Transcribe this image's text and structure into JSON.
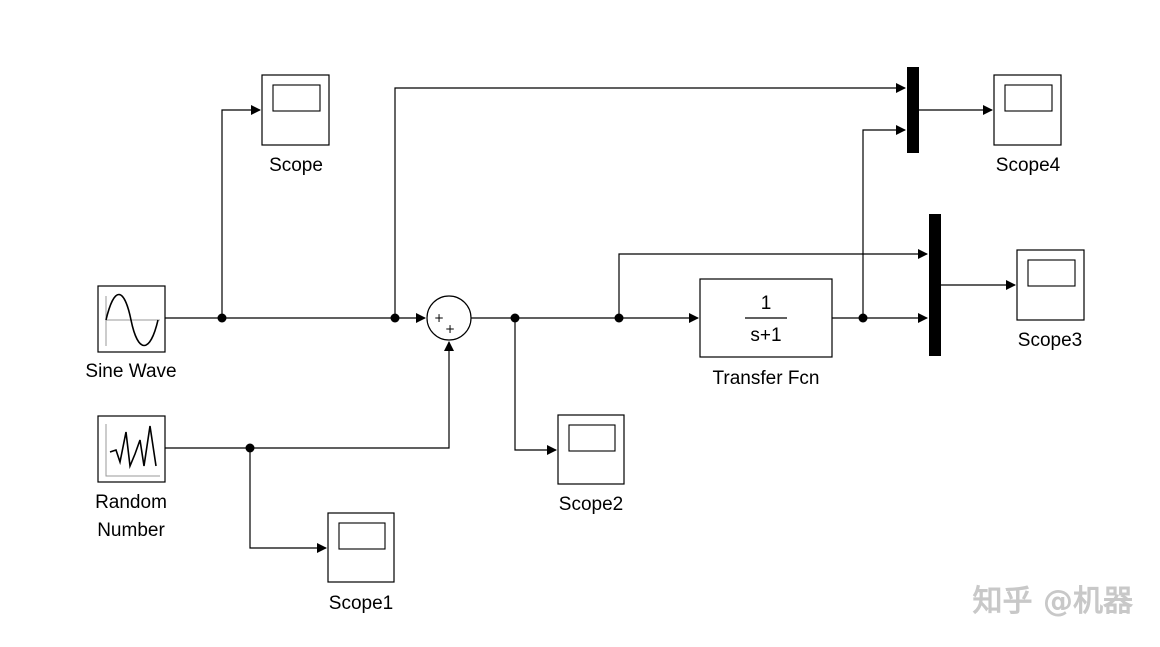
{
  "blocks": {
    "sine_wave": "Sine Wave",
    "random_number_line1": "Random",
    "random_number_line2": "Number",
    "scope": "Scope",
    "scope1": "Scope1",
    "scope2": "Scope2",
    "scope3": "Scope3",
    "scope4": "Scope4",
    "transfer_fcn": "Transfer Fcn",
    "tf_numerator": "1",
    "tf_denominator": "s+1",
    "sum_sign_top": "+",
    "sum_sign_bottom": "+"
  },
  "watermark": "知乎 @机器"
}
